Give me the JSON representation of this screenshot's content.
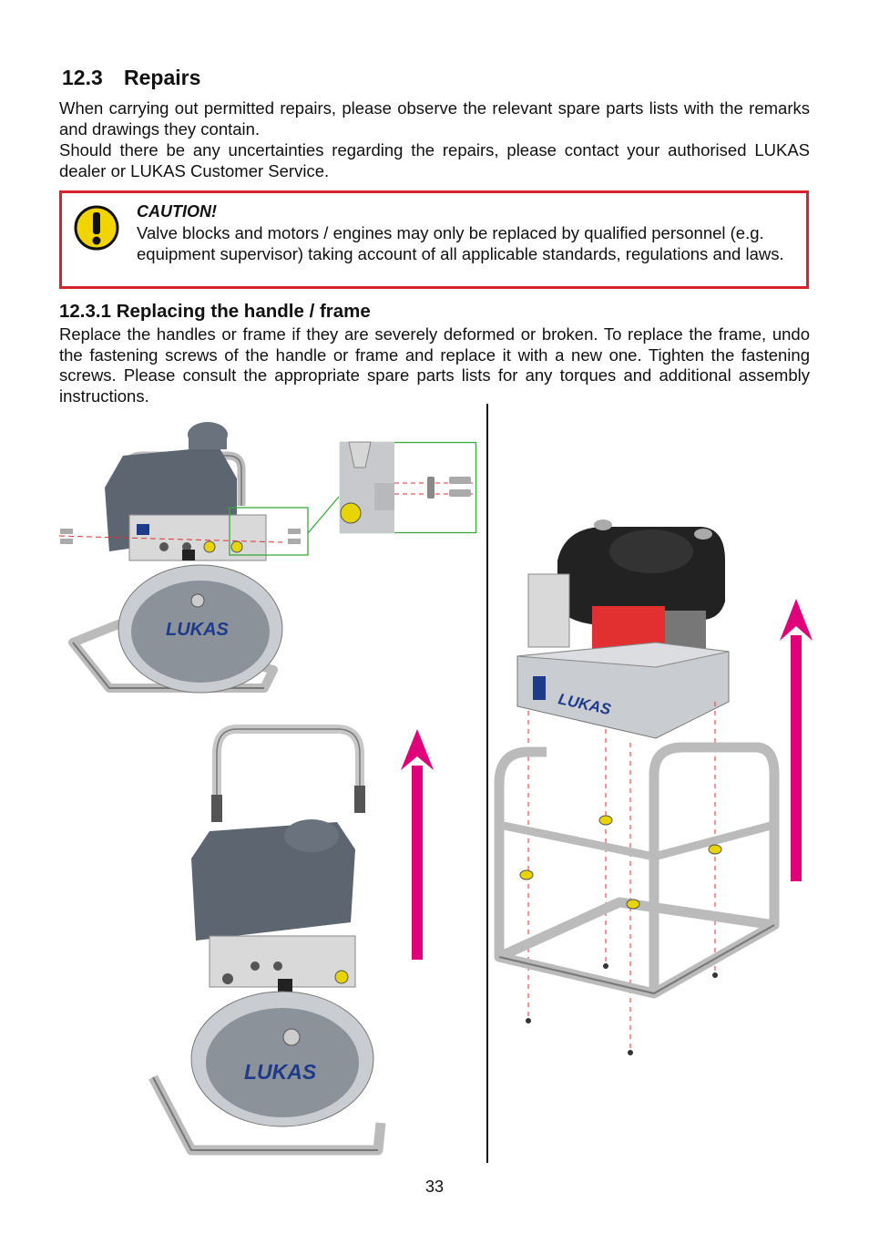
{
  "section": {
    "number": "12.3",
    "title": "Repairs"
  },
  "intro": [
    "When carrying out permitted repairs, please observe the relevant spare parts lists with the remarks and drawings they contain.",
    "Should there be any uncertainties regarding the repairs, please contact your authorised LUKAS dealer or LUKAS Customer Service."
  ],
  "caution": {
    "title": "CAUTION!",
    "text": "Valve blocks and motors / engines may only be replaced by qualified personnel (e.g. equipment supervisor) taking account of all applicable standards, regulations and laws.",
    "icon": "warning-exclamation-icon",
    "border_color": "#d8222f",
    "icon_color": "#f2d500"
  },
  "subsection": {
    "number": "12.3.1",
    "title": "Replacing the handle / frame"
  },
  "body": "Replace the handles or frame if they are severely deformed or broken. To replace the frame, undo the fastening screws of the handle or frame and replace it with a new one. Tighten the fastening screws. Please consult the appropriate spare parts lists for any torques and additional assembly instructions.",
  "illustrations": {
    "brand_label": "LUKAS",
    "arrow_color": "#e0007a",
    "highlight_color": "#3aa83a"
  },
  "page_number": "33"
}
